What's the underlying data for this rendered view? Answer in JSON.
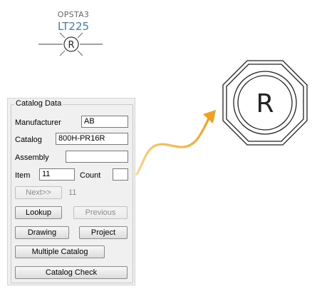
{
  "symbol": {
    "tag": "OPSTA3",
    "location": "LT225",
    "letter": "R"
  },
  "large_symbol": {
    "letter": "R"
  },
  "catalog_panel": {
    "group_title": "Catalog Data",
    "manufacturer_label": "Manufacturer",
    "manufacturer_value": "AB",
    "catalog_label": "Catalog",
    "catalog_value": "800H-PR16R",
    "assembly_label": "Assembly",
    "assembly_value": "",
    "item_label": "Item",
    "item_value": "11",
    "count_label": "Count",
    "count_value": "",
    "next_label": "Next>>",
    "next_value": "11",
    "lookup_label": "Lookup",
    "previous_label": "Previous",
    "drawing_label": "Drawing",
    "project_label": "Project",
    "multiple_catalog_label": "Multiple Catalog",
    "catalog_check_label": "Catalog Check"
  },
  "colors": {
    "arrow": "#f0a020",
    "location_text": "#3a7bd5"
  }
}
